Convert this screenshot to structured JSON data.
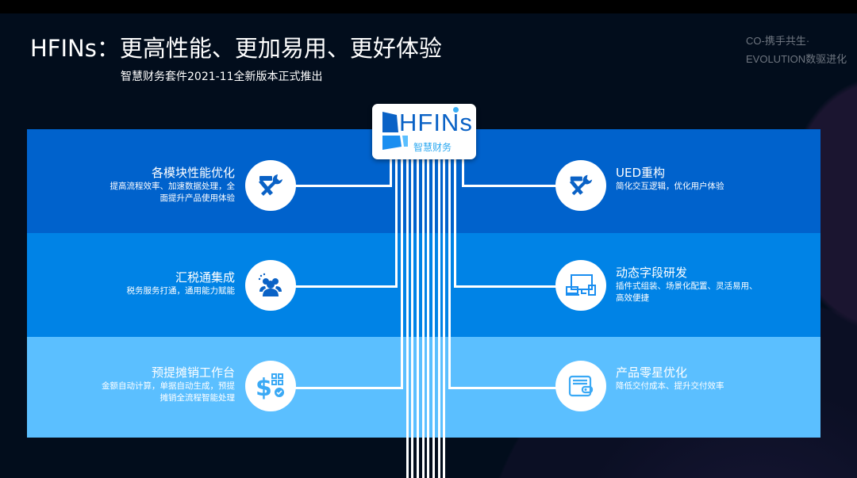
{
  "header": {
    "title": "HFINs：更高性能、更加易用、更好体验",
    "subtitle": "智慧财务套件2021-11全新版本正式推出",
    "corner_line1": "CO-携手共生·",
    "corner_line2": "EVOLUTION数驱进化"
  },
  "logo": {
    "name": "HFINs",
    "sub": "智慧财务"
  },
  "left": [
    {
      "title": "各模块性能优化",
      "desc1": "提高流程效率、加速数据处理，全",
      "desc2": "面提升产品使用体验",
      "icon": "tools-icon"
    },
    {
      "title": "汇税通集成",
      "desc1": "税务服务打通，通用能力赋能",
      "desc2": "",
      "icon": "users-group-icon"
    },
    {
      "title": "预提摊销工作台",
      "desc1": "金额自动计算，单据自动生成，预提",
      "desc2": "摊销全流程智能处理",
      "icon": "dollar-grid-icon"
    }
  ],
  "right": [
    {
      "title": "UED重构",
      "desc1": "简化交互逻辑，优化用户体验",
      "desc2": "",
      "icon": "tools-icon"
    },
    {
      "title": "动态字段研发",
      "desc1": "插件式组装、场景化配置、灵活易用、",
      "desc2": "高效便捷",
      "icon": "devices-icon"
    },
    {
      "title": "产品零星优化",
      "desc1": "降低交付成本、提升交付效率",
      "desc2": "",
      "icon": "wallet-icon"
    }
  ],
  "colors": {
    "band1": "#0062cc",
    "band2": "#0083e6",
    "band3": "#5bbfff"
  }
}
